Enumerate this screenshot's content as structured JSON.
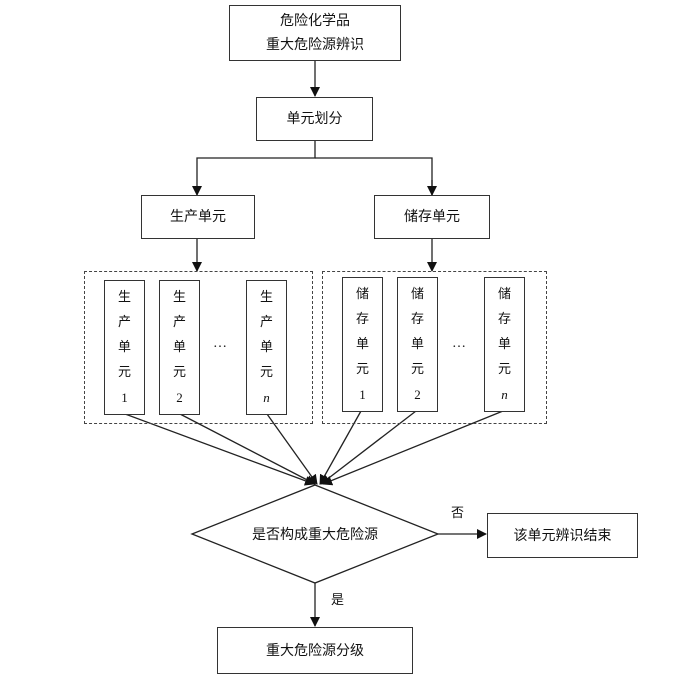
{
  "nodes": {
    "start": {
      "line1": "危险化学品",
      "line2": "重大危险源辨识"
    },
    "divide": {
      "label": "单元划分"
    },
    "production": {
      "label": "生产单元"
    },
    "storage": {
      "label": "储存单元"
    },
    "production_units": [
      {
        "chars": [
          "生",
          "产",
          "单",
          "元"
        ],
        "index": "1"
      },
      {
        "chars": [
          "生",
          "产",
          "单",
          "元"
        ],
        "index": "2"
      },
      {
        "chars": [
          "生",
          "产",
          "单",
          "元"
        ],
        "index": "n"
      }
    ],
    "storage_units": [
      {
        "chars": [
          "储",
          "存",
          "单",
          "元"
        ],
        "index": "1"
      },
      {
        "chars": [
          "储",
          "存",
          "单",
          "元"
        ],
        "index": "2"
      },
      {
        "chars": [
          "储",
          "存",
          "单",
          "元"
        ],
        "index": "n"
      }
    ],
    "ellipsis": "…",
    "decision": {
      "label": "是否构成重大危险源"
    },
    "end_no": {
      "label": "该单元辨识结束"
    },
    "end_yes": {
      "label": "重大危险源分级"
    }
  },
  "edges": {
    "no_label": "否",
    "yes_label": "是"
  }
}
